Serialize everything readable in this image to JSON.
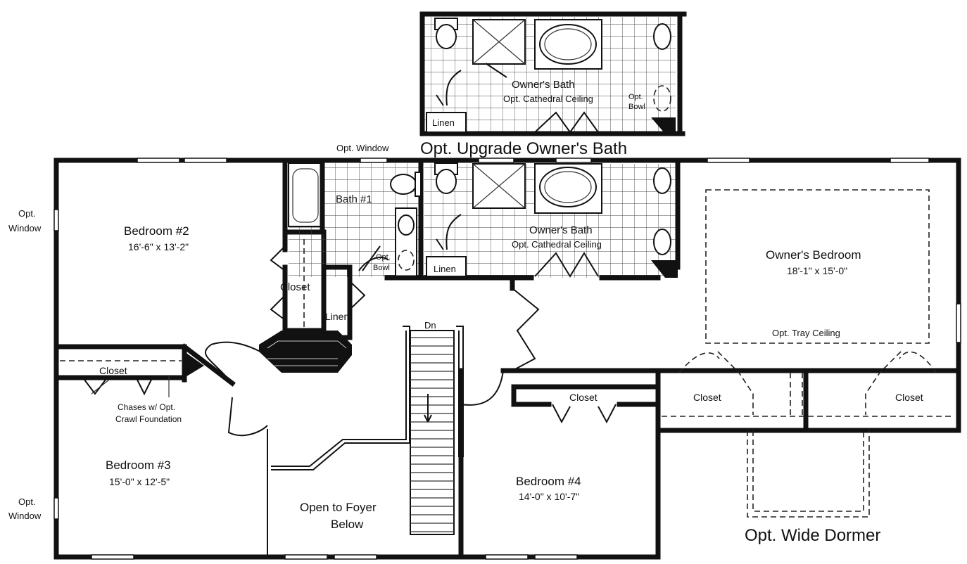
{
  "labels": {
    "opt_window_top": "Opt. Window",
    "opt_window_left1": [
      "Opt.",
      "Window"
    ],
    "opt_window_left2": [
      "Opt.",
      "Window"
    ],
    "upgrade_title": "Opt. Upgrade Owner's Bath",
    "upgrade_owners_bath": "Owner's Bath",
    "upgrade_cathedral": "Opt. Cathedral Ceiling",
    "upgrade_opt_bowl": [
      "Opt.",
      "Bowl"
    ],
    "upgrade_linen": "Linen",
    "bedroom2_name": "Bedroom #2",
    "bedroom2_dim": "16'-6\" x 13'-2\"",
    "bath1": "Bath #1",
    "bath1_opt_bowl": [
      "Opt.",
      "Bowl"
    ],
    "closet_bed2": "Closet",
    "linen_hall": "Linen",
    "owners_bath": "Owner's Bath",
    "owners_cathedral": "Opt. Cathedral Ceiling",
    "linen_owners": "Linen",
    "owners_bedroom_name": "Owner's Bedroom",
    "owners_bedroom_dim": "18'-1\" x 15'-0\"",
    "tray_ceiling": "Opt. Tray Ceiling",
    "closet_bed3": "Closet",
    "chases": [
      "Chases w/ Opt.",
      "Crawl Foundation"
    ],
    "dn": "Dn",
    "bedroom3_name": "Bedroom #3",
    "bedroom3_dim": "15'-0\" x 12'-5\"",
    "open_to_foyer": [
      "Open to Foyer",
      "Below"
    ],
    "closet_bed4": "Closet",
    "bedroom4_name": "Bedroom #4",
    "bedroom4_dim": "14'-0\" x 10'-7\"",
    "closet_owners_left": "Closet",
    "closet_owners_right": "Closet",
    "wide_dormer": "Opt. Wide Dormer"
  }
}
